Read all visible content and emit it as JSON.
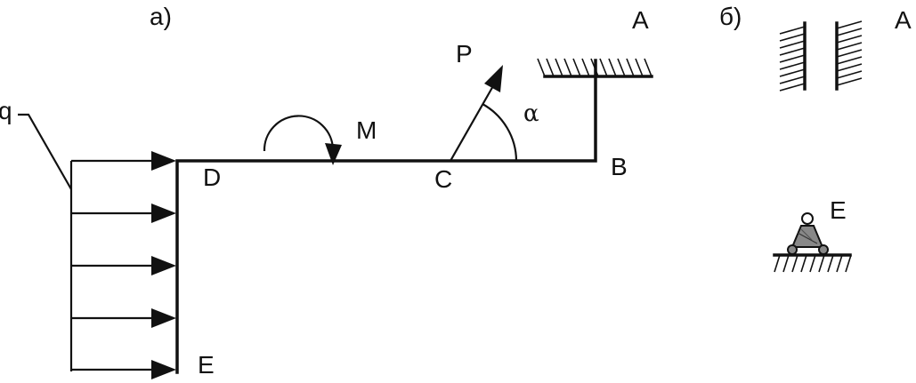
{
  "labels": {
    "part_a": "а)",
    "part_b": "б)",
    "load_q": "q",
    "moment": "M",
    "force": "P",
    "angle": "α",
    "point_a": "A",
    "point_b": "B",
    "point_c": "C",
    "point_d": "D",
    "point_e": "E",
    "point_a_b": "A",
    "point_e_b": "E"
  },
  "colors": {
    "line": "#111111",
    "support_fill": "#888888",
    "background": "#ffffff"
  },
  "icons": {
    "fixed_support": "fixed-support-icon",
    "slider_support": "slider-support-icon",
    "roller_support": "roller-support-icon",
    "moment": "moment-arc-icon",
    "force": "force-arrow-icon"
  }
}
